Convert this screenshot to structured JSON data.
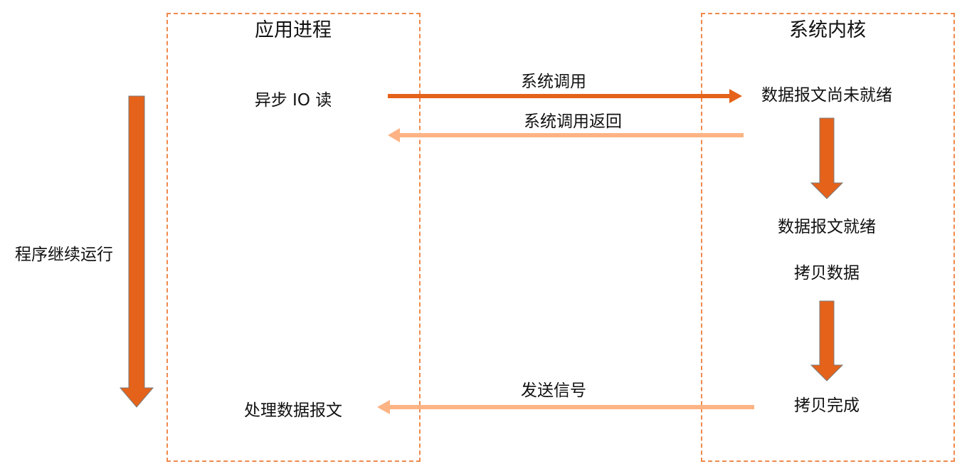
{
  "diagram": {
    "colors": {
      "box_border": "#ee8a4d",
      "arrow_dark": "#e5621a",
      "arrow_light": "#fdb383",
      "block_arrow_fill": "#e5621a",
      "block_arrow_stroke": "#7a7a7a",
      "text": "#111111"
    },
    "lanes": {
      "app": {
        "title": "应用进程"
      },
      "kernel": {
        "title": "系统内核"
      }
    },
    "side": {
      "label": "程序继续运行",
      "icon": "arrow-down-icon"
    },
    "app_steps": {
      "async_read": "异步 IO 读",
      "process_data": "处理数据报文"
    },
    "kernel_steps": {
      "not_ready": "数据报文尚未就绪",
      "ready": "数据报文就绪",
      "copy": "拷贝数据",
      "copy_done": "拷贝完成"
    },
    "messages": {
      "syscall": "系统调用",
      "syscall_return": "系统调用返回",
      "signal": "发送信号"
    }
  }
}
